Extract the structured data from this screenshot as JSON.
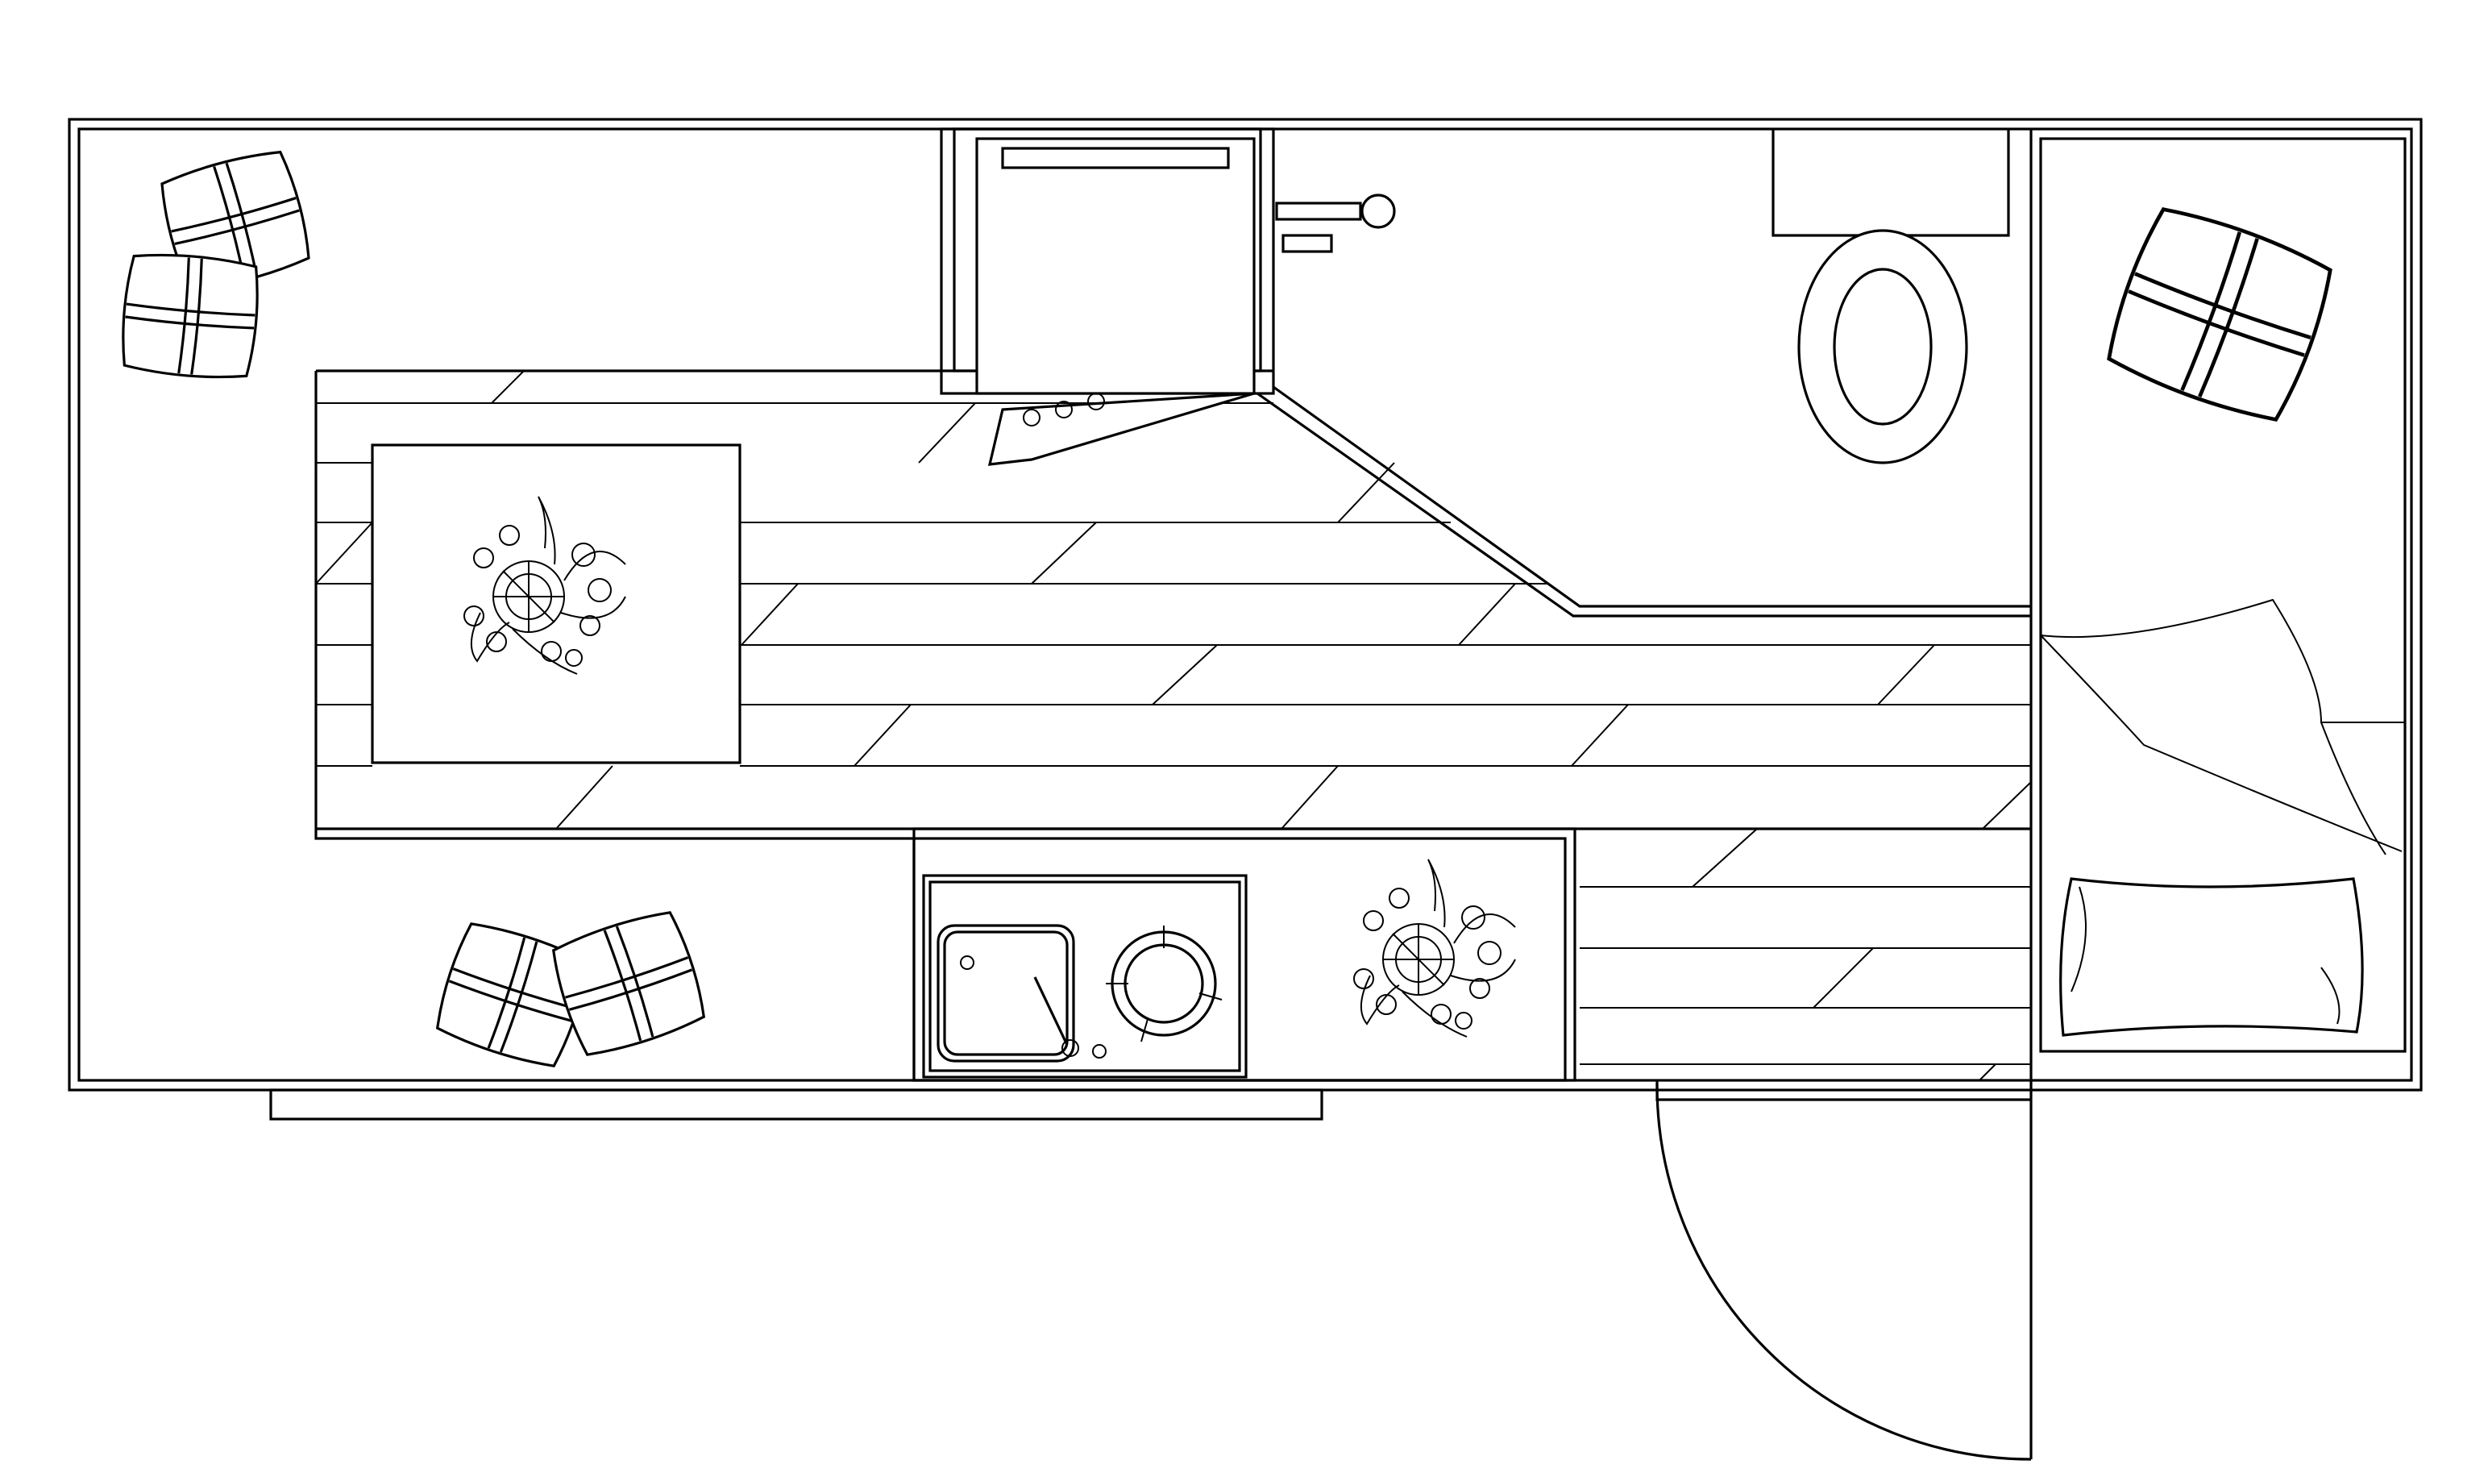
{
  "plan": {
    "type": "floor-plan",
    "colors": {
      "line": "#000000",
      "background": "#ffffff"
    },
    "elements": [
      "outer-wall",
      "cabinet",
      "faucet",
      "toilet",
      "bed",
      "bed-pillow",
      "blanket",
      "dining-table",
      "plant-centerpiece",
      "kitchen-counter",
      "sink",
      "stove-burner",
      "floor-planks",
      "entry-door",
      "floor-cushions"
    ]
  }
}
